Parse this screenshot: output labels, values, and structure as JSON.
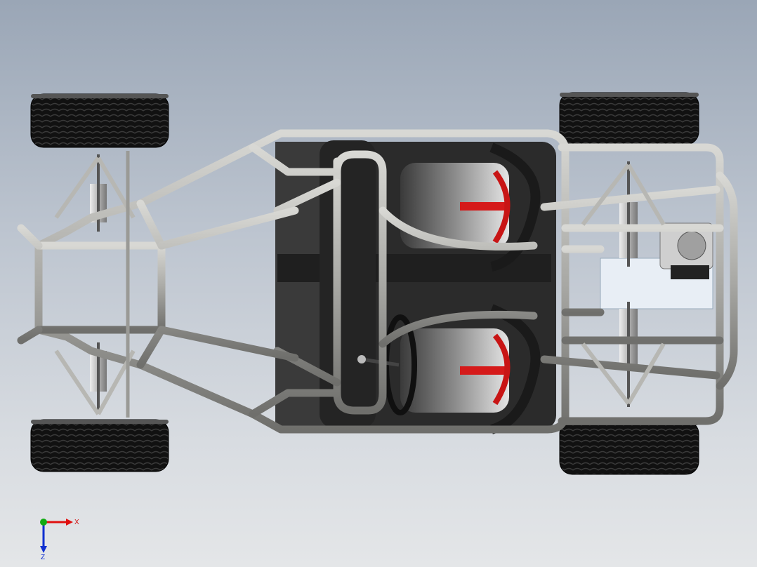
{
  "viewport": {
    "background_top": "#9aa6b6",
    "background_bottom": "#e4e6e8"
  },
  "model": {
    "parts": [
      "tube-frame",
      "front-wheel-left",
      "front-wheel-right",
      "rear-wheel-left",
      "rear-wheel-right",
      "seat-left",
      "seat-right",
      "steering-wheel",
      "coilover-front-left",
      "coilover-front-right",
      "coilover-rear-left",
      "coilover-rear-right",
      "engine",
      "floor-pan"
    ],
    "colors": {
      "tube": "#b9b9b6",
      "tire": "#151515",
      "floor": "#2f2f2f",
      "seat": "#d9d9d9",
      "accent": "#d51a1a"
    }
  },
  "triad": {
    "x_label": "X",
    "z_label": "Z",
    "x_color": "#e01010",
    "y_color": "#11aa11",
    "z_color": "#1030d0"
  }
}
